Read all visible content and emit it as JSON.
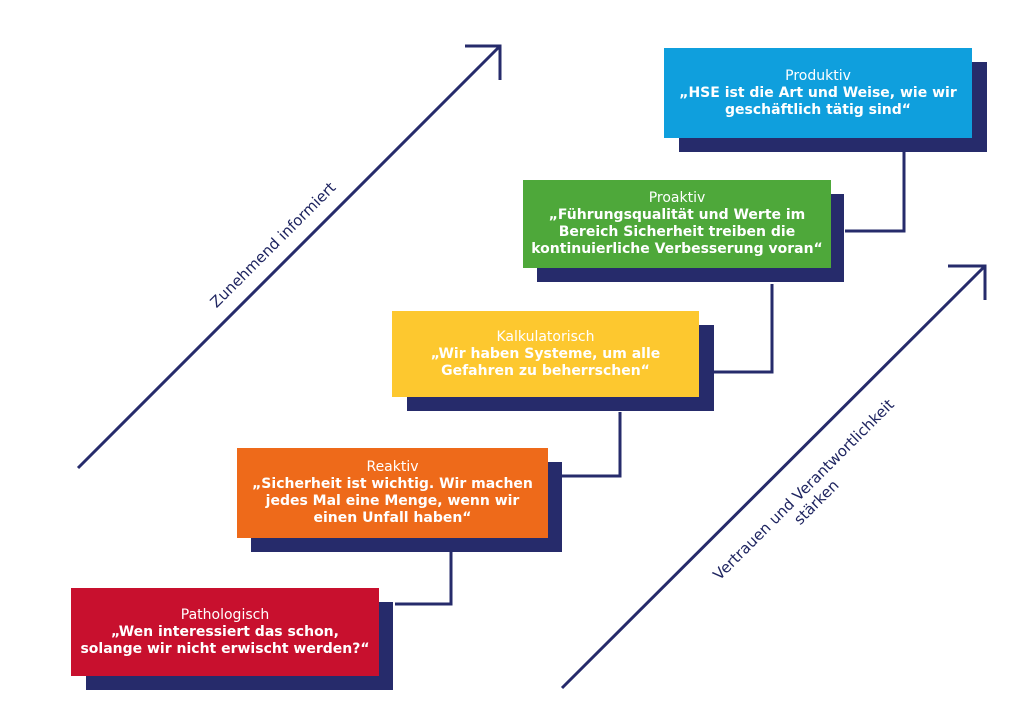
{
  "diagram": {
    "colors": {
      "arrow": "#262b6b",
      "shadow": "#262b6b",
      "connector": "#262b6b"
    },
    "axis_left": {
      "label": "Zunehmend informiert"
    },
    "axis_right": {
      "label_line1": "Vertrauen und Verantwortlichkeit",
      "label_line2": "stärken"
    },
    "stages": [
      {
        "title": "Pathologisch",
        "quote": "„Wen interessiert das schon, solange wir nicht erwischt werden?“",
        "color": "#c8102e"
      },
      {
        "title": "Reaktiv",
        "quote": "„Sicherheit ist wichtig. Wir machen jedes Mal eine Menge, wenn wir einen Unfall haben“",
        "color": "#ee6a1a"
      },
      {
        "title": "Kalkulatorisch",
        "quote": "„Wir haben Systeme, um alle Gefahren zu beherrschen“",
        "color": "#fdc82f"
      },
      {
        "title": "Proaktiv",
        "quote": "„Führungsqualität und Werte im Bereich Sicherheit treiben die kontinuierliche Verbesserung voran“",
        "color": "#4ea83a"
      },
      {
        "title": "Produktiv",
        "quote": "„HSE ist die Art und Weise, wie wir geschäftlich tätig sind“",
        "color": "#0f9fdd"
      }
    ]
  }
}
